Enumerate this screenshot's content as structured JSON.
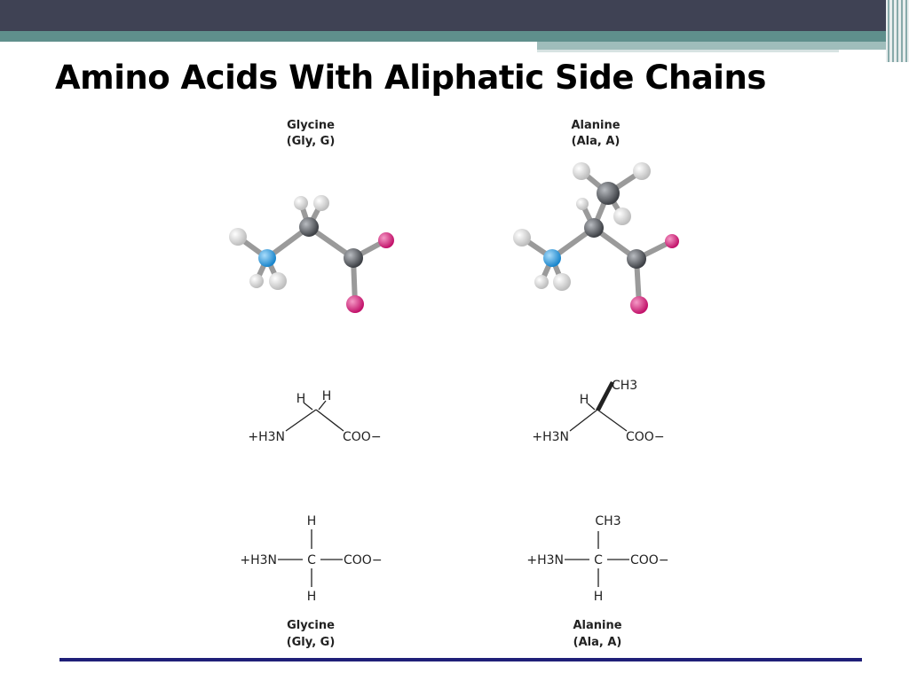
{
  "slide": {
    "title": "Amino Acids With Aliphatic Side Chains",
    "colors": {
      "topbar": "#3f4254",
      "accent": "#5f8f8c",
      "bottom_rule": "#1f1f78",
      "oxygen": "#d6217a",
      "nitrogen": "#2a9ce0",
      "carbon": "#5a5d62",
      "hydrogen": "#e8e8e8"
    }
  },
  "molecules": [
    {
      "name_top": "Glycine",
      "abbr_top": "(Gly, G)",
      "wedge_h1": "H",
      "wedge_h2": "H",
      "wedge_n": "+H3N",
      "wedge_coo": "COO−",
      "fischer_top": "H",
      "fischer_n": "+H3N",
      "fischer_c": "C",
      "fischer_coo": "COO−",
      "fischer_bottom": "H",
      "name_bottom": "Glycine",
      "abbr_bottom": "(Gly, G)"
    },
    {
      "name_top": "Alanine",
      "abbr_top": "(Ala, A)",
      "wedge_h1": "H",
      "wedge_ch3": "CH3",
      "wedge_n": "+H3N",
      "wedge_coo": "COO−",
      "fischer_top": "CH3",
      "fischer_n": "+H3N",
      "fischer_c": "C",
      "fischer_coo": "COO−",
      "fischer_bottom": "H",
      "name_bottom": "Alanine",
      "abbr_bottom": "(Ala, A)"
    }
  ]
}
